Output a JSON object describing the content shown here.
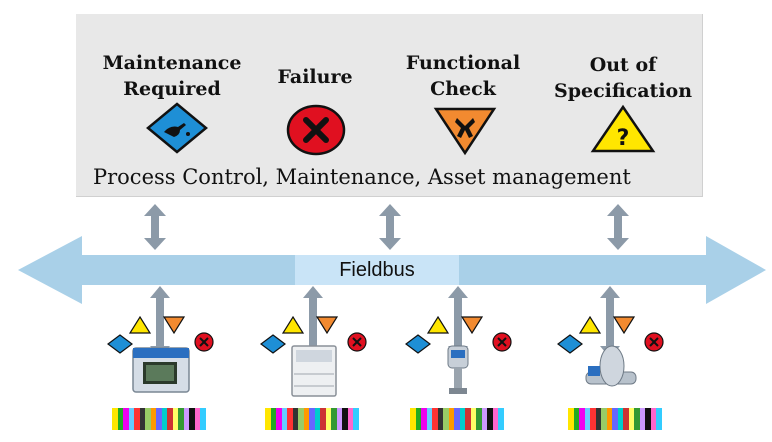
{
  "status_signals": [
    {
      "label": "Maintenance\nRequired",
      "icon": "maintenance-required-icon",
      "color": "#1e8fd6"
    },
    {
      "label": "Failure",
      "icon": "failure-icon",
      "color": "#e01020"
    },
    {
      "label": "Functional\nCheck",
      "icon": "functional-check-icon",
      "color": "#f28a30"
    },
    {
      "label": "Out of\nSpecification",
      "icon": "out-of-specification-icon",
      "color": "#ffe600"
    }
  ],
  "panel_caption": "Process Control, Maintenance, Asset management",
  "bus_label": "Fieldbus",
  "colors": {
    "panel": "#e8e8e8",
    "bus": "#a9d0e8",
    "bus_label_bg": "#c9e4f7",
    "connector": "#8c9aa8"
  },
  "field_devices": [
    {
      "name": "transmitter-housing-device"
    },
    {
      "name": "analyzer-cabinet-device"
    },
    {
      "name": "pressure-transmitter-device"
    },
    {
      "name": "flowmeter-device"
    }
  ]
}
